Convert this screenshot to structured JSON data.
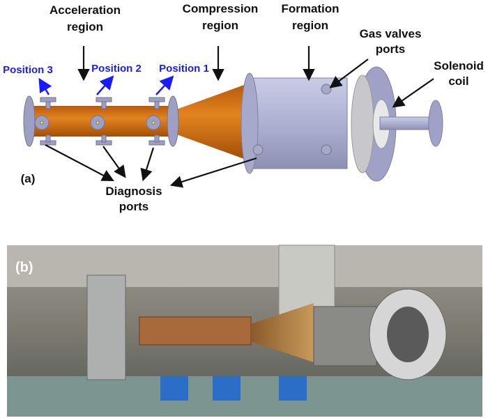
{
  "panel_a": {
    "tag": "(a)",
    "labels": {
      "acceleration": [
        "Acceleration",
        "region"
      ],
      "compression": [
        "Compression",
        "region"
      ],
      "formation": [
        "Formation",
        "region"
      ],
      "gas_valves": [
        "Gas valves",
        "ports"
      ],
      "solenoid": [
        "Solenoid",
        "coil"
      ],
      "diagnosis": [
        "Diagnosis",
        "ports"
      ]
    },
    "positions": [
      "Position 3",
      "Position 2",
      "Position 1"
    ],
    "colors": {
      "copper": "#d9741a",
      "steel": "#b8bcd8",
      "arrow_blue": "#1a1aff"
    }
  },
  "panel_b": {
    "tag": "(b)"
  }
}
